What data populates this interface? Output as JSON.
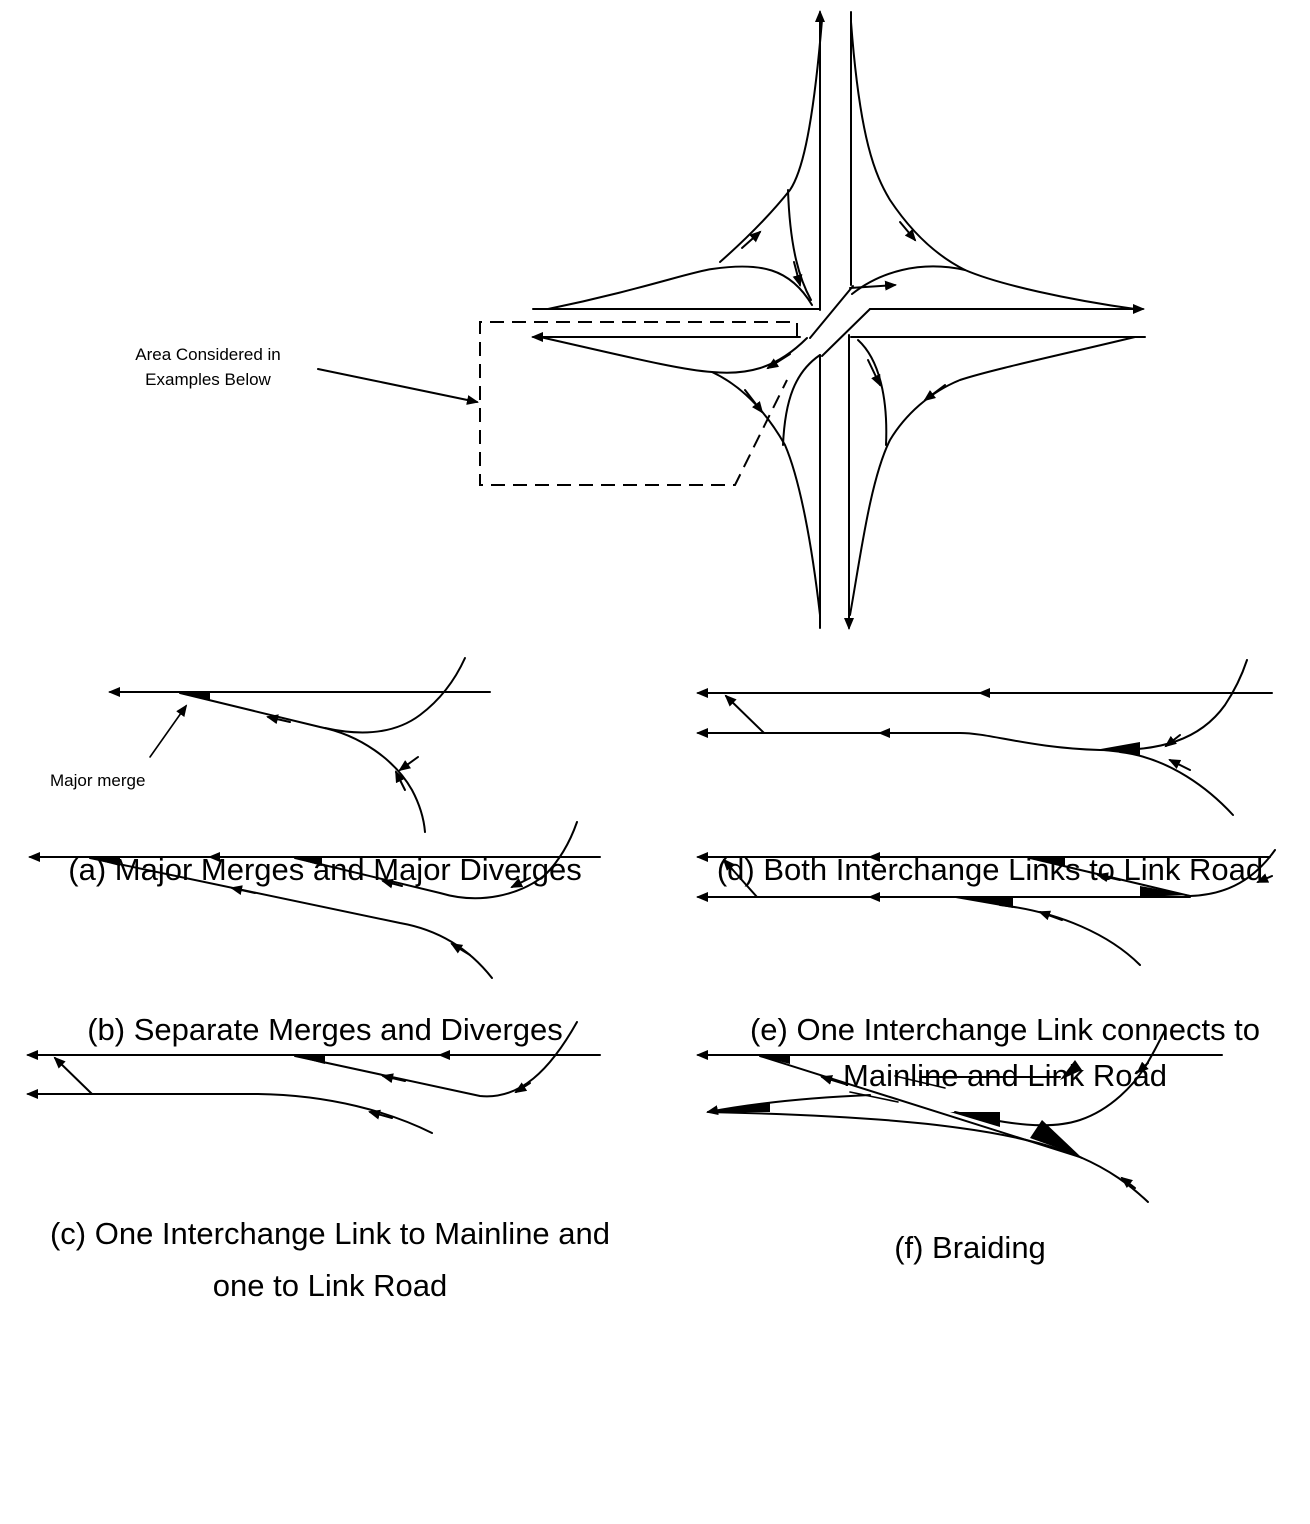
{
  "annotations": {
    "area_considered": [
      "Area Considered in",
      "Examples Below"
    ],
    "major_merge": "Major  merge"
  },
  "captions": {
    "a": "(a)  Major Merges and Major Diverges",
    "b": "(b)  Separate Merges and Diverges",
    "c1": "(c)  One Interchange Link to Mainline and",
    "c2": "one to Link Road",
    "d": "(d)  Both Interchange Links to Link Road",
    "e1": "(e)  One Interchange Link connects to",
    "e2": "Mainline and Link Road",
    "f": "(f)  Braiding"
  },
  "colors": {
    "line": "#000000",
    "background": "#ffffff"
  }
}
